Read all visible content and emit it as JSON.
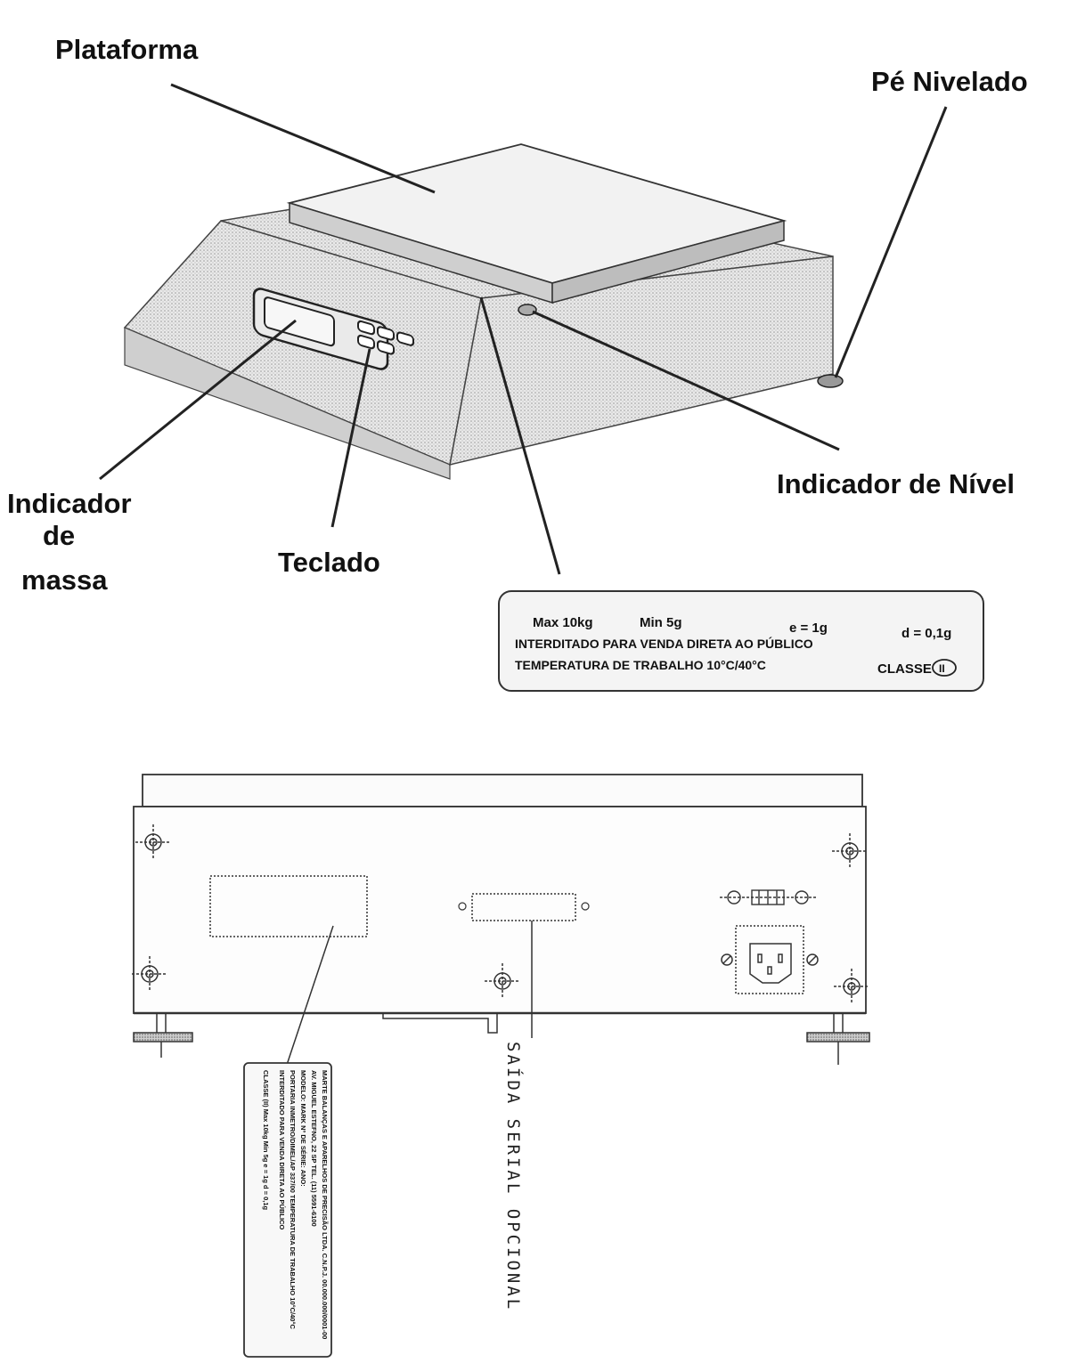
{
  "callouts": {
    "plataforma": "Plataforma",
    "pe_nivelado": "Pé Nivelado",
    "indicador_massa_line1": "Indicador",
    "indicador_massa_line2": "de",
    "indicador_massa_line3": "massa",
    "teclado": "Teclado",
    "indicador_nivel": "Indicador de Nível"
  },
  "front_plate": {
    "max": "Max 10kg",
    "min": "Min 5g",
    "e": "e = 1g",
    "d": "d = 0,1g",
    "line2": "INTERDITADO PARA VENDA DIRETA AO PÚBLICO",
    "line3": "TEMPERATURA DE TRABALHO 10°C/40°C",
    "classe": "CLASSE",
    "classe_mark": "II"
  },
  "serial_label": "SAÍDA SERIAL OPCIONAL",
  "side_plate": {
    "line1": "MARTE BALANÇAS E APARELHOS DE PRECISÃO LTDA.   C.N.P.J. 00.000.000/0001-00",
    "line2": "AV. MIGUEL ESTEFNO, 22 SP TEL. (11) 5591-6100",
    "line3": "MODELO: MARK          Nº DE SÉRIE:          ANO:",
    "line4": "PORTARIA INMETRO/DIMEL/AP 337/00      TEMPERATURA DE TRABALHO 10°C/40°C",
    "line5": "INTERDITADO PARA VENDA DIRETA AO PÚBLICO",
    "line6": "CLASSE (II)    Max 10kg    Min 5g    e = 1g    d = 0,1g"
  }
}
